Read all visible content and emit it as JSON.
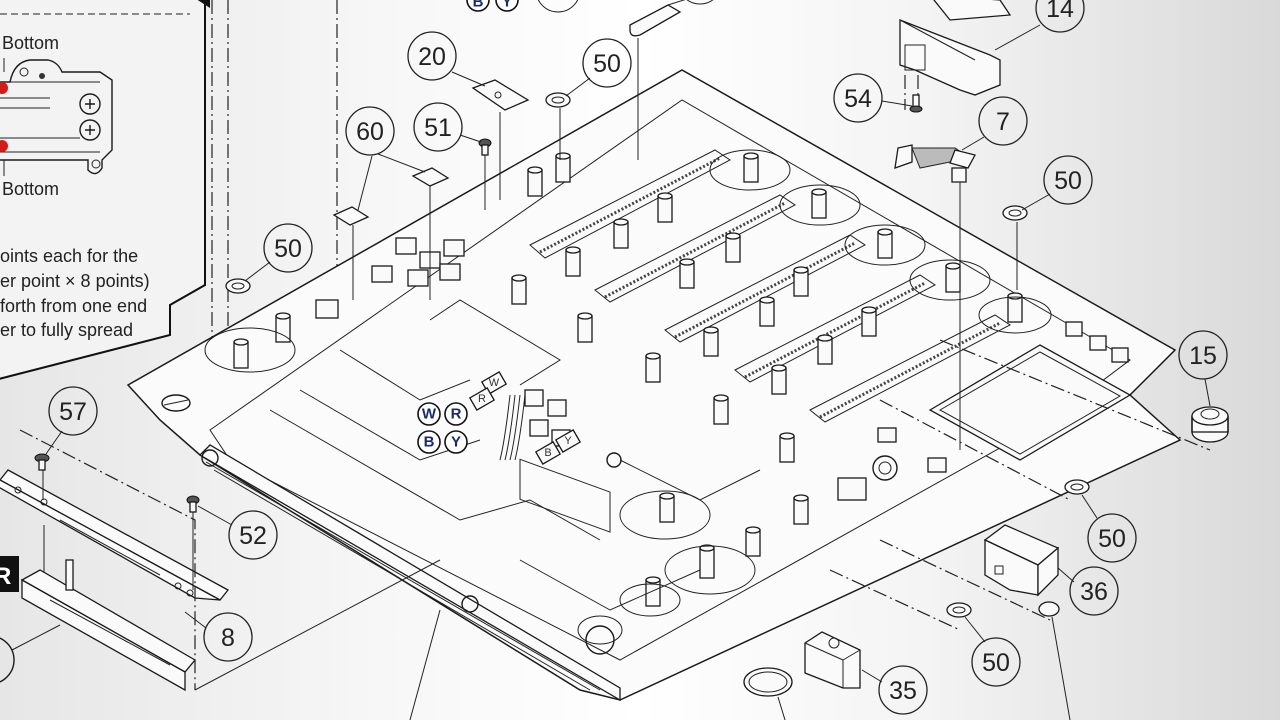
{
  "diagram": {
    "title": "Exploded view – main chassis assembly",
    "inset_note": {
      "bottom_label_top": "Bottom",
      "bottom_label_bottom": "Bottom",
      "instruction_lines": [
        "oints each for the",
        "er point  × 8 points)",
        "forth from one end",
        "er to fully spread"
      ]
    },
    "side_badge": "R",
    "wire_labels": [
      "W",
      "R",
      "B",
      "Y"
    ],
    "connector_tab_labels": [
      "W",
      "R",
      "B",
      "Y"
    ],
    "top_partial_wire_labels": [
      "B",
      "Y"
    ],
    "callouts": [
      {
        "id": "c-20",
        "label": "20"
      },
      {
        "id": "c-50-a",
        "label": "50"
      },
      {
        "id": "c-51",
        "label": "51"
      },
      {
        "id": "c-60",
        "label": "60"
      },
      {
        "id": "c-50-b",
        "label": "50"
      },
      {
        "id": "c-54",
        "label": "54"
      },
      {
        "id": "c-14",
        "label": "14"
      },
      {
        "id": "c-7",
        "label": "7"
      },
      {
        "id": "c-50-c",
        "label": "50"
      },
      {
        "id": "c-15",
        "label": "15"
      },
      {
        "id": "c-57",
        "label": "57"
      },
      {
        "id": "c-52",
        "label": "52"
      },
      {
        "id": "c-8",
        "label": "8"
      },
      {
        "id": "c-50-d",
        "label": "50"
      },
      {
        "id": "c-36",
        "label": "36"
      },
      {
        "id": "c-50-e",
        "label": "50"
      },
      {
        "id": "c-35",
        "label": "35"
      }
    ]
  }
}
